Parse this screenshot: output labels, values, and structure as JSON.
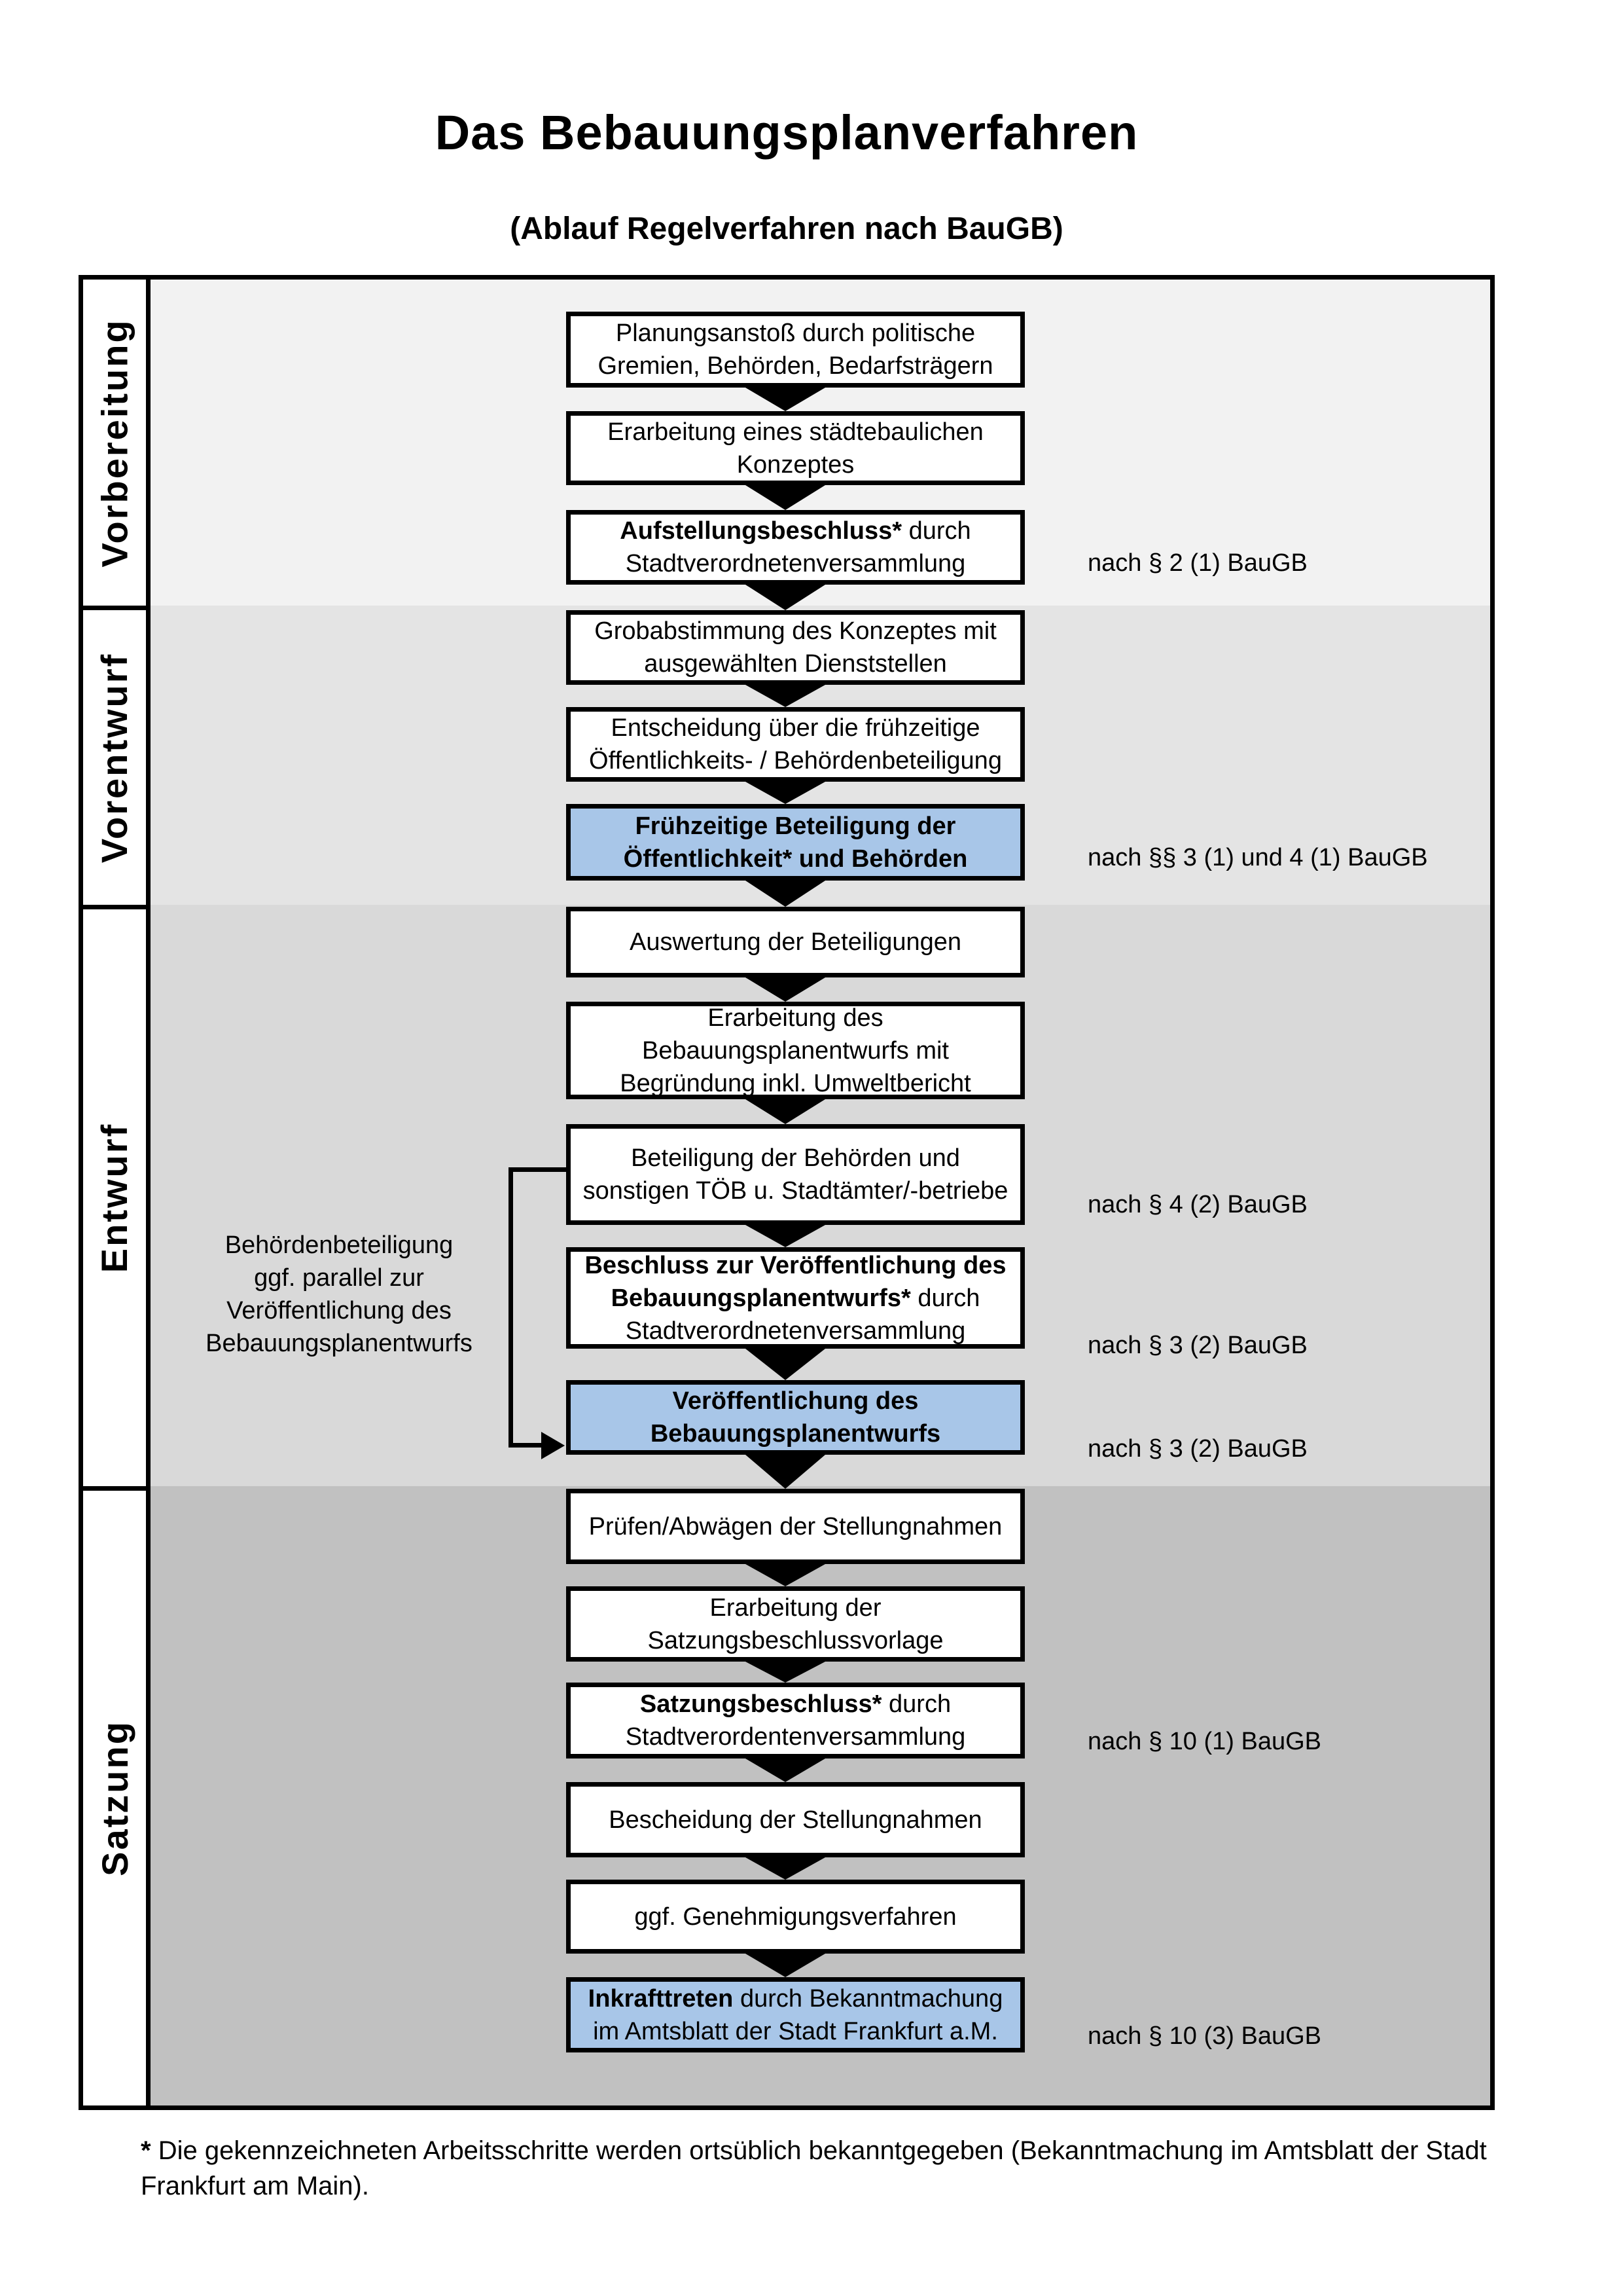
{
  "title": "Das Bebauungsplanverfahren",
  "subtitle": "(Ablauf Regelverfahren nach BauGB)",
  "accent_color": "#a8c6e8",
  "phases": [
    {
      "label": "Vorbereitung",
      "background": "#f2f2f2"
    },
    {
      "label": "Vorentwurf",
      "background": "#e4e4e4"
    },
    {
      "label": "Entwurf",
      "background": "#d9d9d9"
    },
    {
      "label": "Satzung",
      "background": "#c1c1c1"
    }
  ],
  "boxes": [
    {
      "highlighted": false,
      "lines": [
        [
          {
            "text": "Planungsanstoß durch politische Gremien, Behörden, Bedarfsträgern"
          }
        ]
      ]
    },
    {
      "highlighted": false,
      "lines": [
        [
          {
            "text": "Erarbeitung eines städtebaulichen Konzeptes"
          }
        ]
      ]
    },
    {
      "highlighted": false,
      "lines": [
        [
          {
            "text": "Aufstellungsbeschluss*",
            "bold": true
          },
          {
            "text": " durch Stadtverordnetenversammlung"
          }
        ]
      ]
    },
    {
      "highlighted": false,
      "lines": [
        [
          {
            "text": "Grobabstimmung des Konzeptes mit ausgewählten Dienststellen"
          }
        ]
      ]
    },
    {
      "highlighted": false,
      "lines": [
        [
          {
            "text": "Entscheidung über die frühzeitige Öffentlichkeits- / Behördenbeteiligung"
          }
        ]
      ]
    },
    {
      "highlighted": true,
      "lines": [
        [
          {
            "text": "Frühzeitige Beteiligung der Öffentlichkeit* und Behörden",
            "bold": true
          }
        ]
      ]
    },
    {
      "highlighted": false,
      "lines": [
        [
          {
            "text": "Auswertung der Beteiligungen"
          }
        ]
      ]
    },
    {
      "highlighted": false,
      "lines": [
        [
          {
            "text": "Erarbeitung des Bebauungsplanentwurfs mit Begründung inkl. Umweltbericht"
          }
        ]
      ]
    },
    {
      "highlighted": false,
      "lines": [
        [
          {
            "text": "Beteiligung der Behörden und sonstigen TÖB u. Stadtämter/-betriebe"
          }
        ]
      ]
    },
    {
      "highlighted": false,
      "lines": [
        [
          {
            "text": "Beschluss zur Veröffentlichung des Bebauungsplanentwurfs*",
            "bold": true
          },
          {
            "text": " durch Stadtverordnetenversammlung"
          }
        ]
      ]
    },
    {
      "highlighted": true,
      "lines": [
        [
          {
            "text": "Veröffentlichung des Bebauungsplanentwurfs",
            "bold": true
          }
        ]
      ]
    },
    {
      "highlighted": false,
      "lines": [
        [
          {
            "text": "Prüfen/Abwägen der Stellungnahmen"
          }
        ]
      ]
    },
    {
      "highlighted": false,
      "lines": [
        [
          {
            "text": "Erarbeitung der Satzungsbeschlussvorlage"
          }
        ]
      ]
    },
    {
      "highlighted": false,
      "lines": [
        [
          {
            "text": "Satzungsbeschluss*",
            "bold": true
          },
          {
            "text": " durch Stadtverordentenversammlung"
          }
        ]
      ]
    },
    {
      "highlighted": false,
      "lines": [
        [
          {
            "text": "Bescheidung der Stellungnahmen"
          }
        ]
      ]
    },
    {
      "highlighted": false,
      "lines": [
        [
          {
            "text": "ggf. Genehmigungsverfahren"
          }
        ]
      ]
    },
    {
      "highlighted": true,
      "lines": [
        [
          {
            "text": "Inkrafttreten",
            "bold": true
          },
          {
            "text": " durch Bekanntmachung im Amtsblatt der Stadt Frankfurt a.M."
          }
        ]
      ]
    }
  ],
  "notes": [
    {
      "text": "nach § 2 (1) BauGB"
    },
    {
      "text": "nach §§ 3 (1) und 4 (1) BauGB"
    },
    {
      "text": "nach § 4 (2) BauGB"
    },
    {
      "text": "nach § 3 (2) BauGB"
    },
    {
      "text": "nach § 3 (2) BauGB"
    },
    {
      "text": "nach § 10 (1) BauGB"
    },
    {
      "text": "nach § 10 (3) BauGB"
    }
  ],
  "side_annotation": {
    "lines": [
      "Behördenbeteiligung",
      "ggf. parallel zur",
      "Veröffentlichung des",
      "Bebauungsplanentwurfs"
    ]
  },
  "footnote": {
    "marker": "*",
    "text": " Die gekennzeichneten Arbeitsschritte werden ortsüblich bekanntgegeben (Bekanntmachung im Amtsblatt  der Stadt Frankfurt am Main)."
  }
}
